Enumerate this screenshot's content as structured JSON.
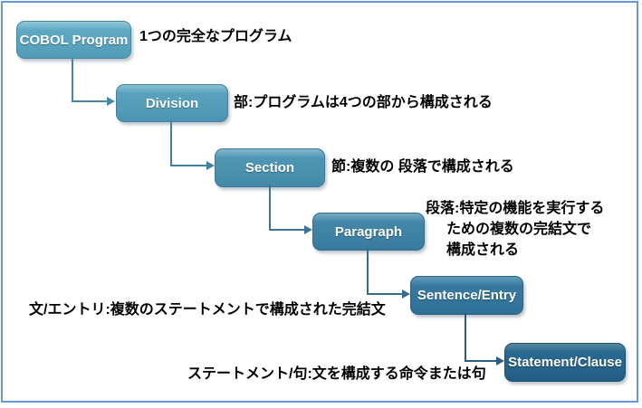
{
  "diagram_title": "COBOL Program structure hierarchy",
  "colors": {
    "frame_border": "#6898dc",
    "background": "#ffffff",
    "node_text": "#ffffff",
    "annotation_text": "#000000",
    "node_fills": [
      "#5ea8c2",
      "#58a1bd",
      "#4f96b3",
      "#4486a8",
      "#37799f",
      "#2a6890"
    ],
    "connector": "#3c7093"
  },
  "nodes": [
    {
      "label": "COBOL Program"
    },
    {
      "label": "Division"
    },
    {
      "label": "Section"
    },
    {
      "label": "Paragraph"
    },
    {
      "label": "Sentence/Entry"
    },
    {
      "label": "Statement/Clause"
    }
  ],
  "annotations": {
    "cobol_program": "1つの完全なプログラム",
    "division": "部:プログラムは4つの部から構成される",
    "section": "節:複数の 段落で構成される",
    "paragraph_line1": "段落:特定の機能を実行する",
    "paragraph_line2": "ための複数の完結文で",
    "paragraph_line3": "構成される",
    "sentence_entry": "文/エントリ:複数のステートメントで構成された完結文",
    "statement_clause": "ステートメント/句:文を構成する命令または句"
  }
}
